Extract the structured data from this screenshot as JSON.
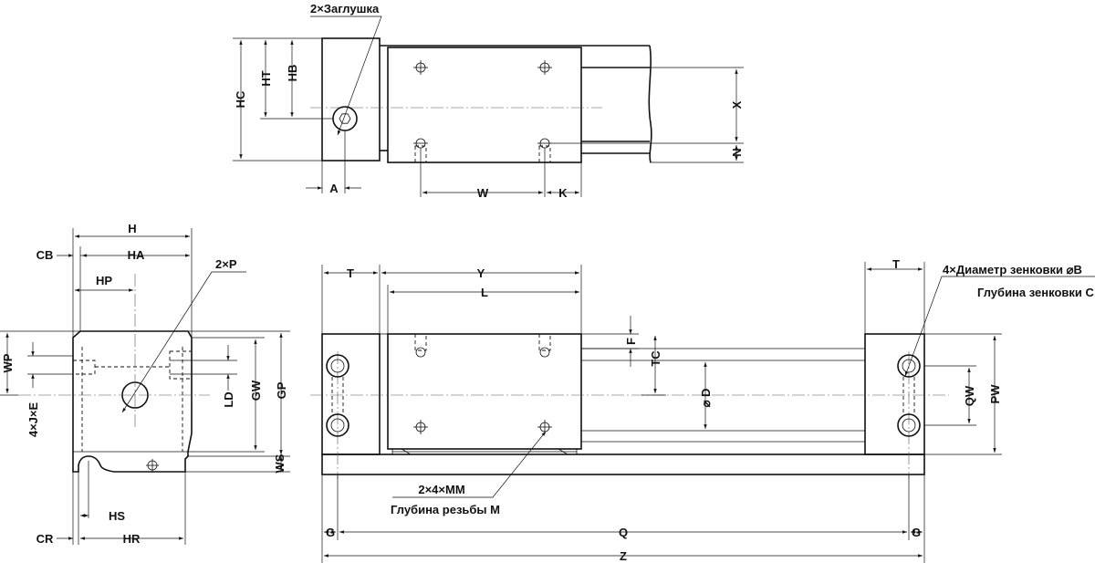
{
  "labels": {
    "plug": "2×Заглушка",
    "HC": "HC",
    "HT": "HT",
    "HB": "HB",
    "A": "A",
    "W": "W",
    "K": "K",
    "X": "X",
    "N": "N",
    "H": "H",
    "HA": "HA",
    "HP": "HP",
    "CB": "CB",
    "P": "2×P",
    "WP": "WP",
    "JE": "4×J×E",
    "LD": "LD",
    "GW": "GW",
    "GP": "GP",
    "WS": "WS",
    "HS": "HS",
    "CR": "CR",
    "HR": "HR",
    "T1": "T",
    "Y": "Y",
    "L": "L",
    "T2": "T",
    "F": "F",
    "TC": "TC",
    "D": "⌀ D",
    "QW": "QW",
    "PW": "PW",
    "MM": "2×4×MM",
    "M": "Глубина резьбы M",
    "csink": "4×Диаметр зенковки ⌀B",
    "csinkDepth": "Глубина зенковки C",
    "G1": "G",
    "Q": "Q",
    "G2": "G",
    "Z": "Z"
  }
}
